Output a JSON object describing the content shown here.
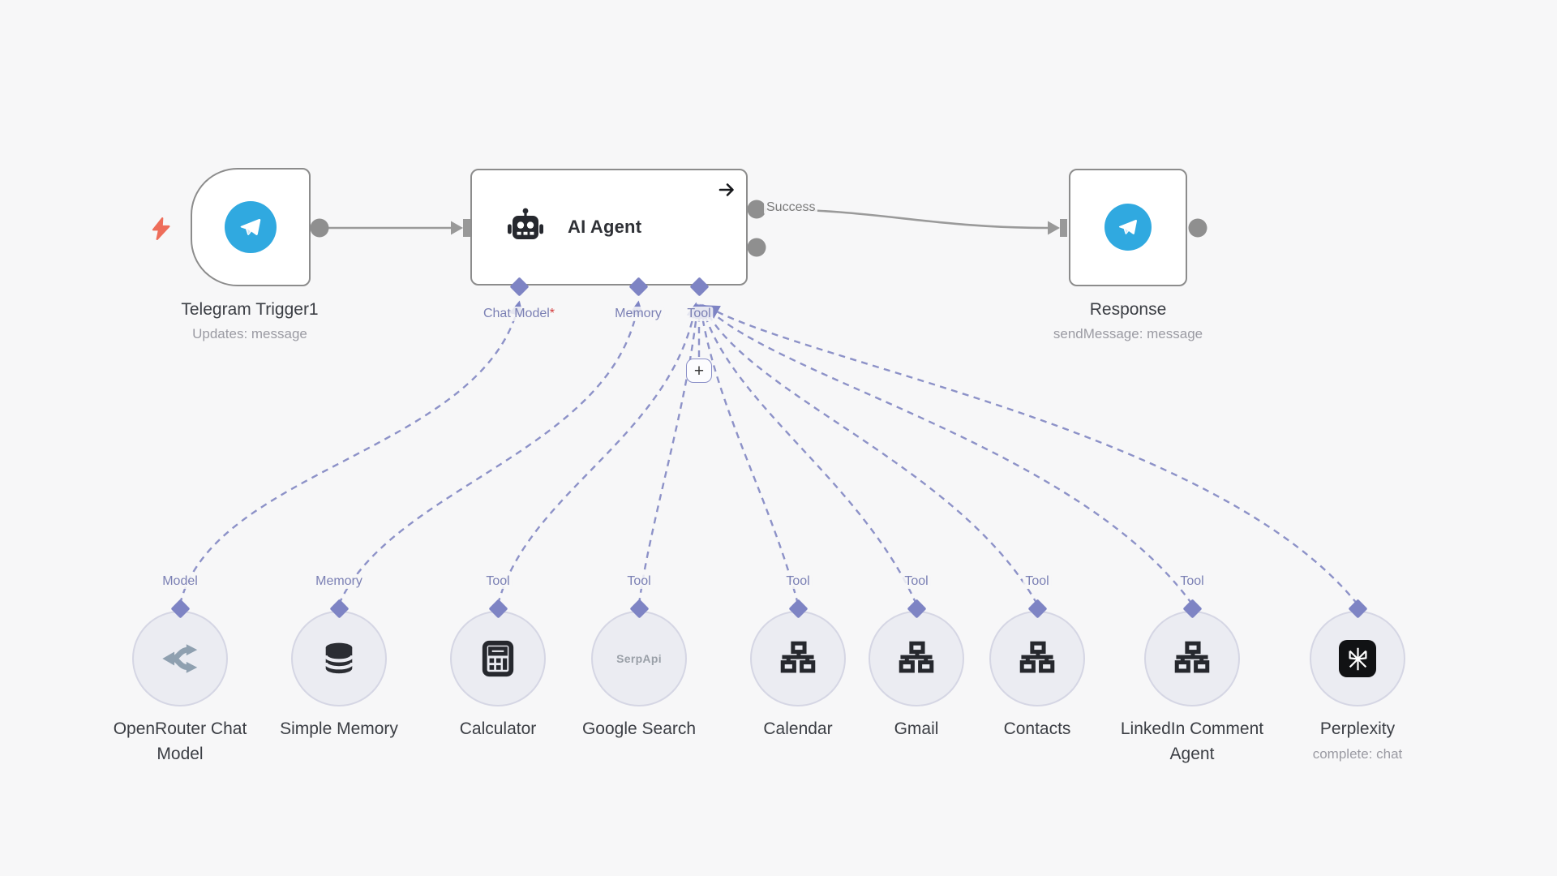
{
  "workflow": {
    "trigger": {
      "title": "Telegram Trigger1",
      "subtitle": "Updates: message"
    },
    "agent": {
      "title": "AI Agent",
      "success_label": "Success",
      "add_tool_label": "+",
      "ports": [
        {
          "label": "Chat Model",
          "required_mark": "*"
        },
        {
          "label": "Memory",
          "required_mark": ""
        },
        {
          "label": "Tool",
          "required_mark": ""
        }
      ]
    },
    "response": {
      "title": "Response",
      "subtitle": "sendMessage: message"
    },
    "sub_nodes": [
      {
        "port_label": "Model",
        "title": "OpenRouter Chat Model",
        "subtitle": "",
        "icon": "openrouter-icon"
      },
      {
        "port_label": "Memory",
        "title": "Simple Memory",
        "subtitle": "",
        "icon": "database-icon"
      },
      {
        "port_label": "Tool",
        "title": "Calculator",
        "subtitle": "",
        "icon": "calculator-icon"
      },
      {
        "port_label": "Tool",
        "title": "Google Search",
        "subtitle": "",
        "icon": "serpapi-logo",
        "icon_text": "SerpApi"
      },
      {
        "port_label": "Tool",
        "title": "Calendar",
        "subtitle": "",
        "icon": "sitemap-icon"
      },
      {
        "port_label": "Tool",
        "title": "Gmail",
        "subtitle": "",
        "icon": "sitemap-icon"
      },
      {
        "port_label": "Tool",
        "title": "Contacts",
        "subtitle": "",
        "icon": "sitemap-icon"
      },
      {
        "port_label": "Tool",
        "title": "LinkedIn Comment Agent",
        "subtitle": "",
        "icon": "sitemap-icon"
      },
      {
        "port_label": "",
        "title": "Perplexity",
        "subtitle": "complete: chat",
        "icon": "perplexity-icon"
      }
    ],
    "colors": {
      "accent_purple": "#7e84c4",
      "wire_gray": "#9a9a9a",
      "trigger_bolt": "#ee6d5a",
      "telegram_blue": "#30a9e0",
      "required_red": "#d43c3c",
      "canvas_bg": "#f7f7f8"
    }
  }
}
